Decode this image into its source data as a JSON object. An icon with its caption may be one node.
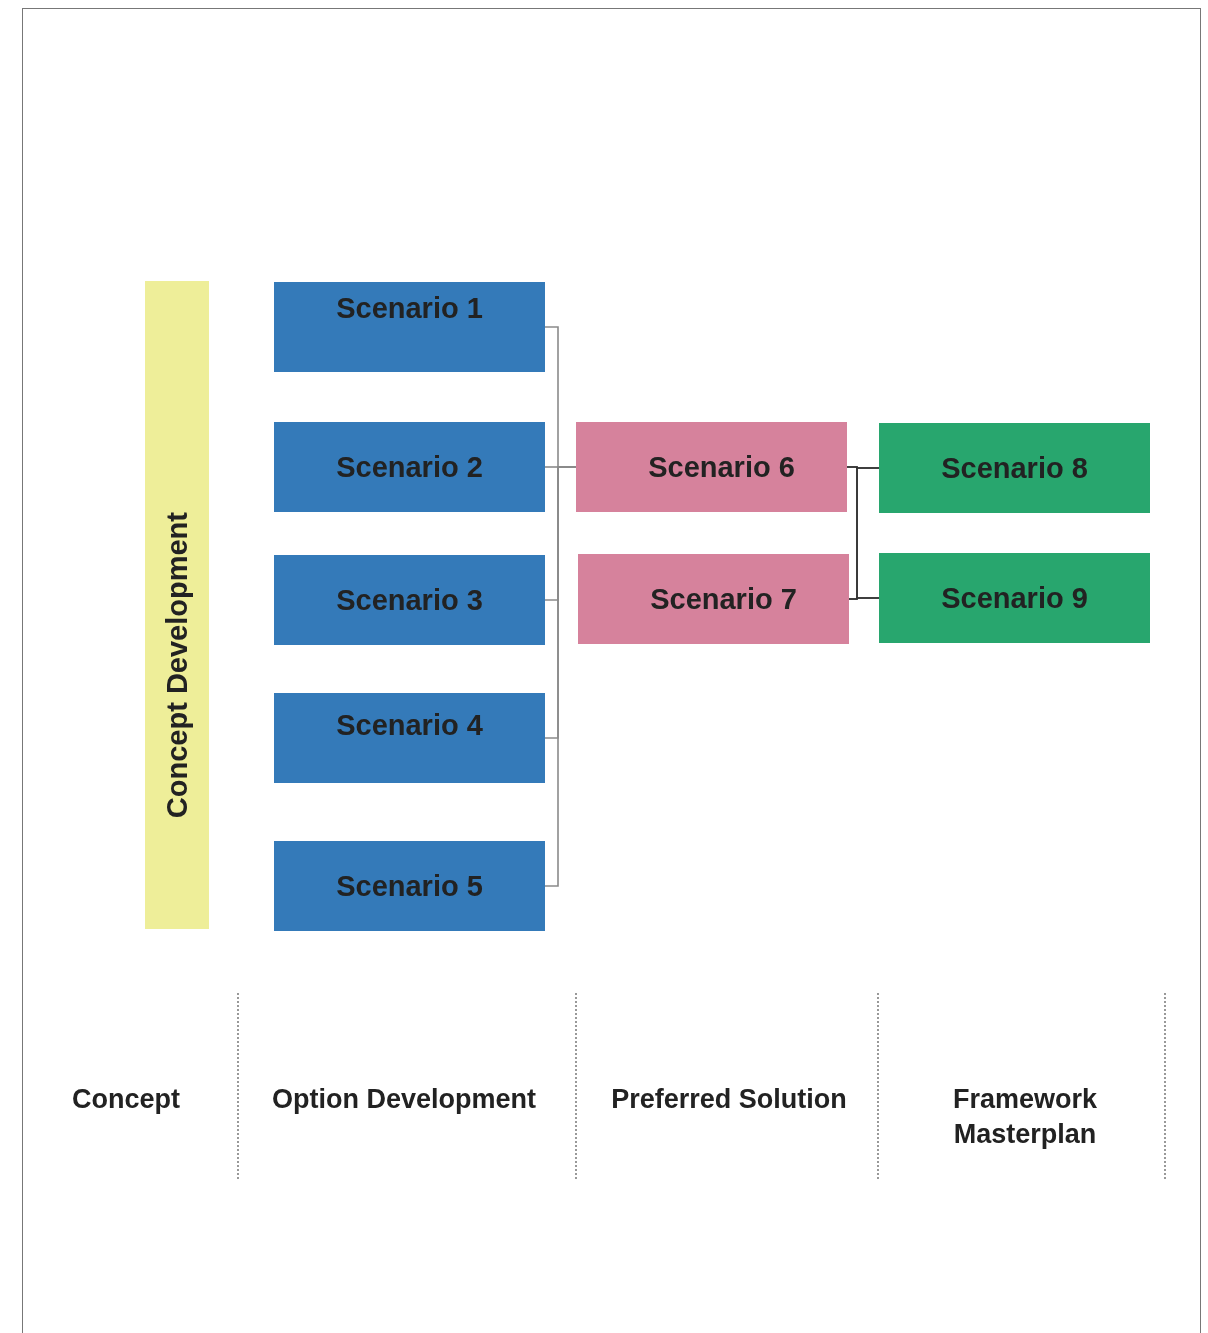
{
  "diagram": {
    "nodes": [
      {
        "text": [
          "Concept Development"
        ]
      },
      {
        "text": [
          "Scenario 1"
        ]
      },
      {
        "text": [
          "Scenario 2"
        ]
      },
      {
        "text": [
          "Scenario 3"
        ]
      },
      {
        "text": [
          "Scenario 4"
        ]
      },
      {
        "text": [
          "Scenario 5"
        ]
      },
      {
        "text": [
          "Scenario 6"
        ]
      },
      {
        "text": [
          "Scenario 7"
        ]
      },
      {
        "text": [
          "Scenario 8"
        ]
      },
      {
        "text": [
          "Scenario 9"
        ]
      }
    ],
    "edges": [
      {
        "from": 1,
        "to": 6,
        "arrow": "none"
      },
      {
        "from": 2,
        "to": 6,
        "arrow": "none"
      },
      {
        "from": 3,
        "to": 6,
        "arrow": "none"
      },
      {
        "from": 4,
        "to": 6,
        "arrow": "none"
      },
      {
        "from": 5,
        "to": 6,
        "arrow": "none"
      },
      {
        "from": 6,
        "to": 8,
        "arrow": "none"
      },
      {
        "from": 6,
        "to": 9,
        "arrow": "none"
      },
      {
        "from": 7,
        "to": 8,
        "arrow": "none"
      },
      {
        "from": 7,
        "to": 9,
        "arrow": "none"
      }
    ],
    "labels": [
      "Concept",
      "Option Development",
      "Preferred Solution",
      "Framework Masterplan"
    ]
  }
}
